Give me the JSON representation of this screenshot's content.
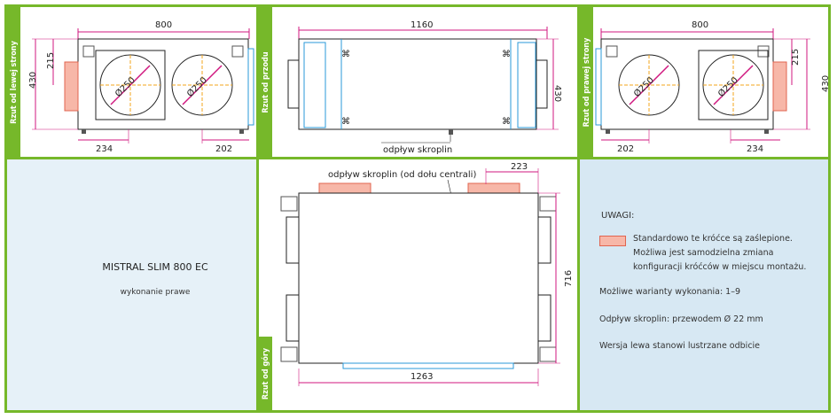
{
  "views": {
    "left": {
      "label": "Rzut od lewej strony",
      "dim_width": "800",
      "dim_height_total": "430",
      "dim_height_spigot": "215",
      "dim_left_offset": "234",
      "dim_right_offset": "202",
      "diameter_1": "Ø250",
      "diameter_2": "Ø250"
    },
    "front": {
      "label": "Rzut od przodu",
      "dim_width": "1160",
      "dim_height": "430",
      "drain_label": "odpływ skroplin"
    },
    "right": {
      "label": "Rzut od prawej strony",
      "dim_width": "800",
      "dim_height_total": "430",
      "dim_height_spigot": "215",
      "dim_left_offset": "202",
      "dim_right_offset": "234",
      "diameter_1": "Ø250",
      "diameter_2": "Ø250"
    },
    "top": {
      "label": "Rzut od góry",
      "dim_width": "1263",
      "dim_depth": "716",
      "dim_spigot_offset": "223",
      "drain_label": "odpływ skroplin (od dołu centrali)"
    }
  },
  "product": {
    "title": "MISTRAL SLIM 800 EC",
    "subtitle": "wykonanie prawe"
  },
  "notes": {
    "heading": "UWAGI:",
    "legend_line1": "Standardowo te króćce są zaślepione.",
    "legend_line2": "Możliwa jest samodzielna zmiana",
    "legend_line3": "konfiguracji króćców w miejscu montażu.",
    "variants": "Możliwe warianty wykonania: 1–9",
    "drain": "Odpływ skroplin: przewodem Ø 22 mm",
    "mirror": "Wersja lewa stanowi lustrzane odbicie"
  },
  "colors": {
    "frame_green": "#76b82a",
    "panel_blue": "#e6f1f8",
    "dim_magenta": "#d0177f",
    "duct_blue": "#2a9ad8",
    "capped_fill": "#f7b7a8",
    "capped_stroke": "#e0644f",
    "axis_orange": "#f3a51b"
  }
}
